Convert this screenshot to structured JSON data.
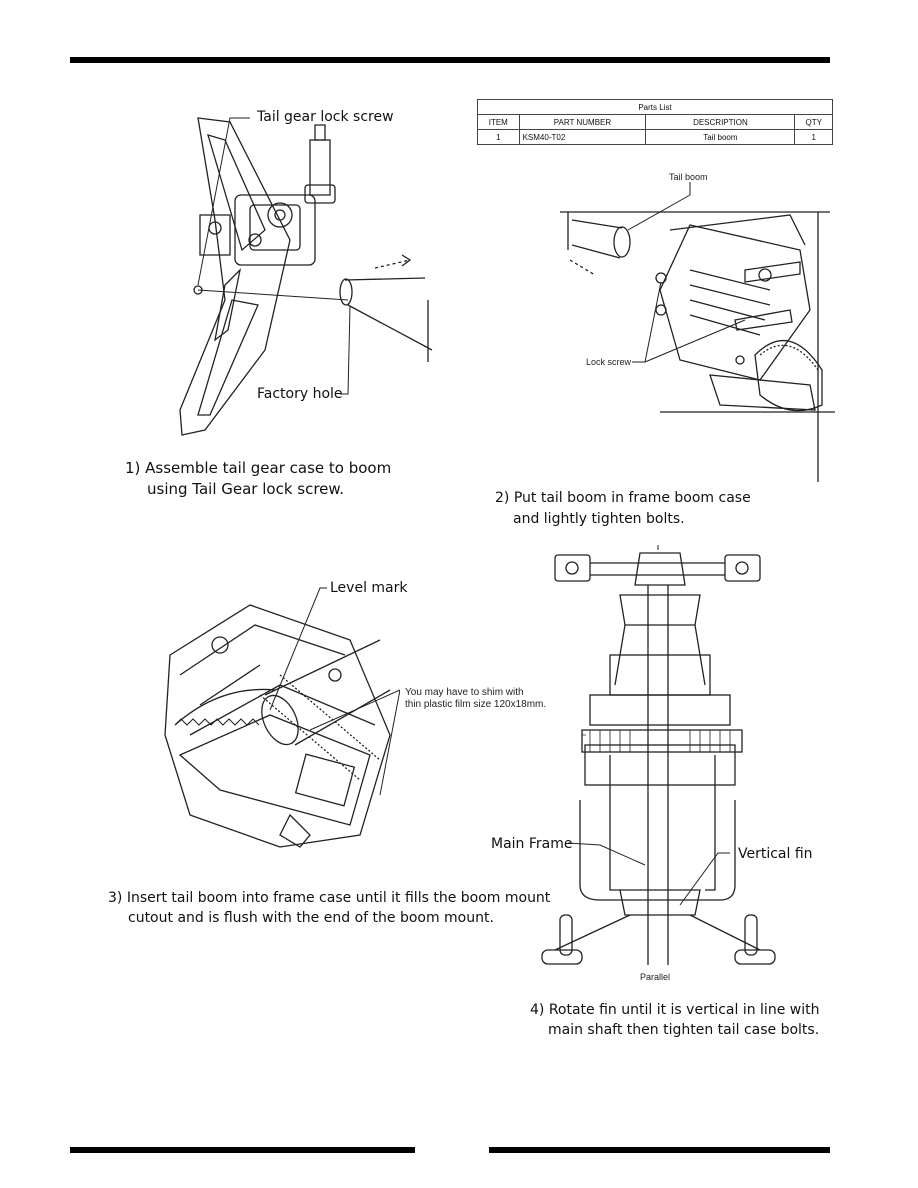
{
  "step1": {
    "label_lock_screw": "Tail gear lock screw",
    "label_factory_hole": "Factory hole",
    "caption_line1": "1) Assemble tail gear case to boom",
    "caption_line2": "using Tail Gear lock screw."
  },
  "parts_list": {
    "title": "Parts List",
    "headers": [
      "ITEM",
      "PART NUMBER",
      "DESCRIPTION",
      "QTY"
    ],
    "rows": [
      {
        "item": "1",
        "part_number": "KSM40-T02",
        "description": "Tail boom",
        "qty": "1"
      }
    ]
  },
  "step2": {
    "label_tail_boom": "Tail boom",
    "label_lock_screw": "Lock screw",
    "caption_line1": "2) Put tail boom in frame boom case",
    "caption_line2": "and lightly tighten bolts."
  },
  "step3": {
    "label_level_mark": "Level mark",
    "note_line1": "You may have to shim with",
    "note_line2": "thin plastic film size 120x18mm.",
    "caption_line1": "3) Insert tail boom into frame case until it fills the boom mount",
    "caption_line2": "cutout and is flush with the end of the boom mount."
  },
  "step4": {
    "label_main_frame": "Main Frame",
    "label_vertical_fin": "Vertical fin",
    "label_parallel": "Parallel",
    "caption_line1": "4) Rotate fin until it is vertical in line with",
    "caption_line2": "main shaft then tighten tail case bolts."
  }
}
